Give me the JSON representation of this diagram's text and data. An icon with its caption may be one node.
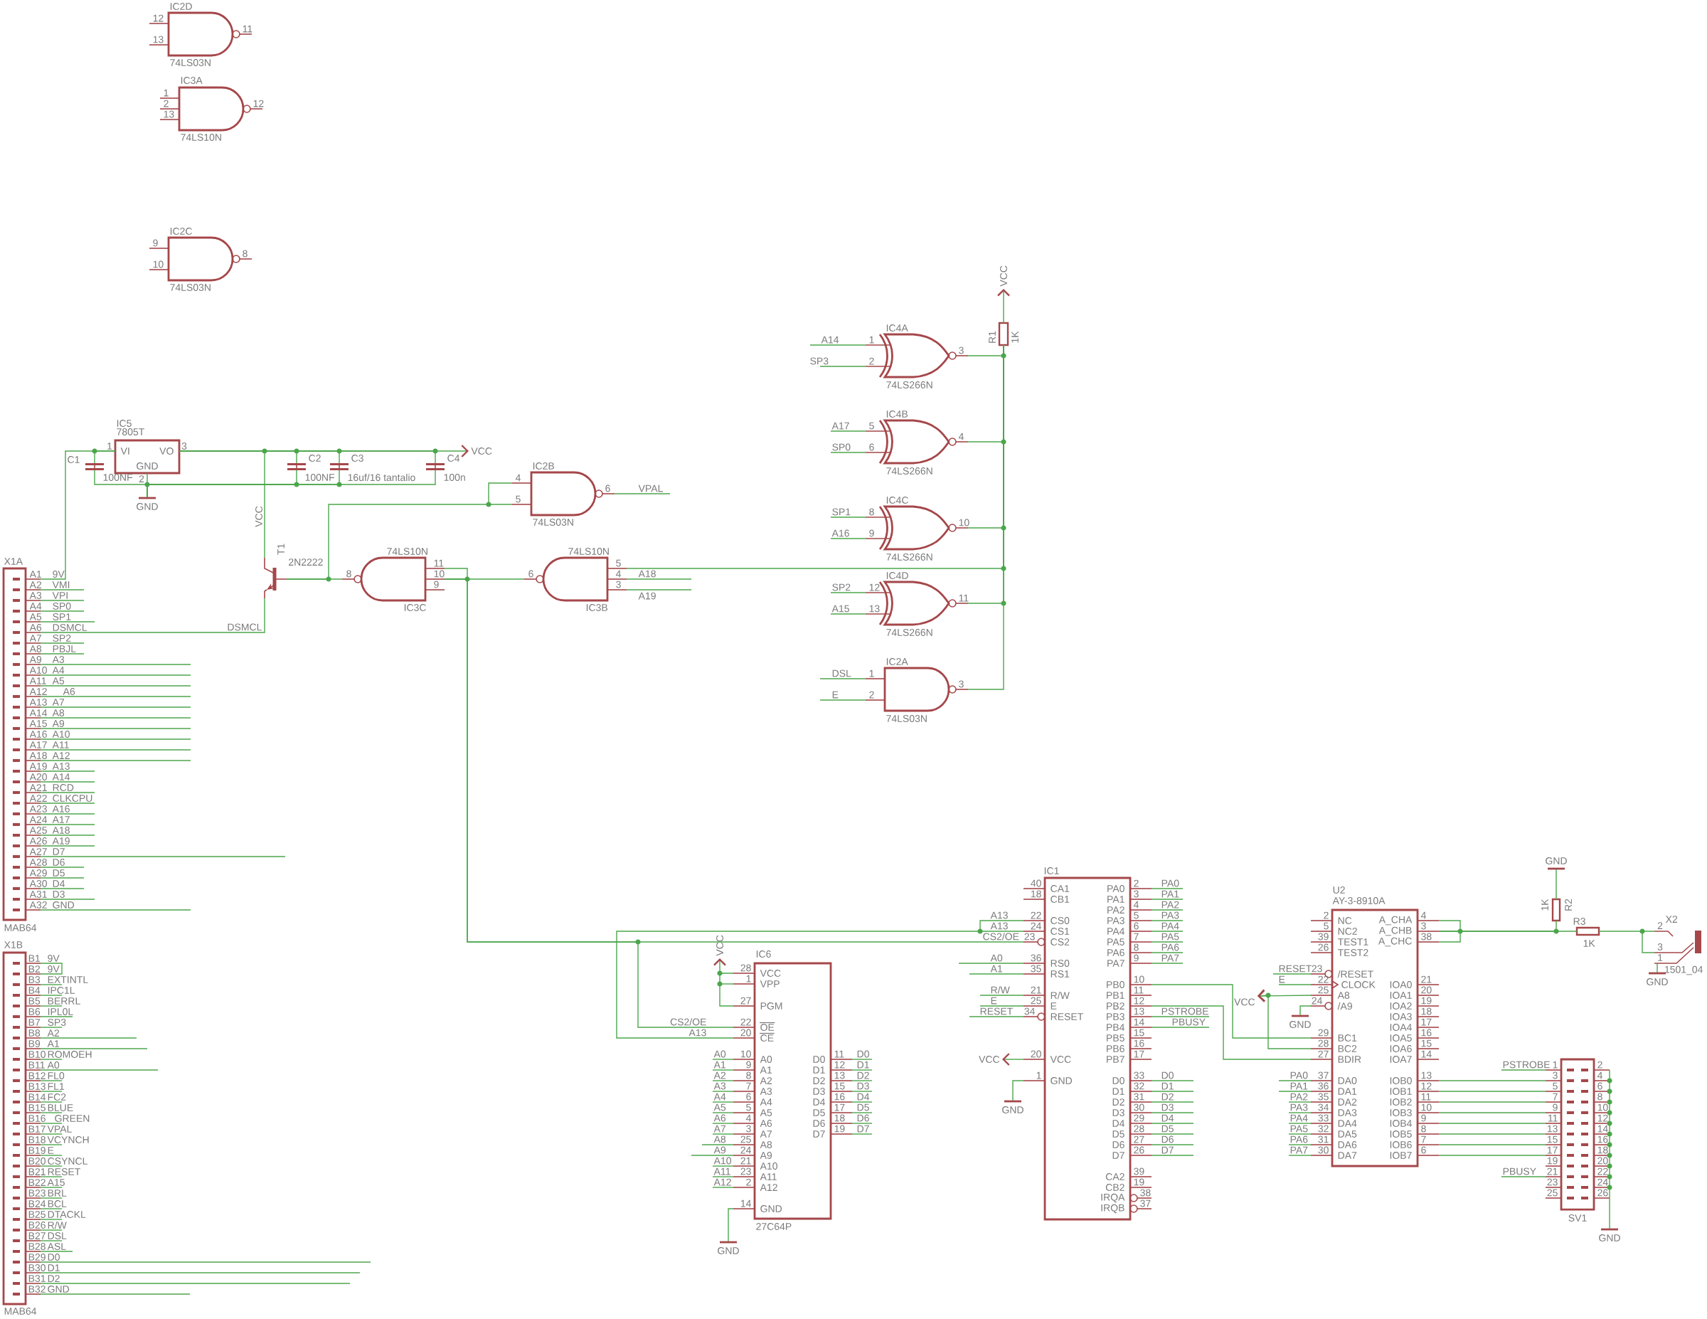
{
  "diagram": {
    "nodes": [
      {
        "text": [
          "IC2D",
          "12",
          "13",
          "11",
          "74LS03N"
        ]
      },
      {
        "text": [
          "IC3A",
          "1",
          "2",
          "13",
          "12",
          "74LS10N"
        ]
      },
      {
        "text": [
          "IC2C",
          "9",
          "10",
          "8",
          "74LS03N"
        ]
      },
      {
        "text": [
          "VCC"
        ]
      },
      {
        "text": [
          "R1",
          "1K"
        ]
      },
      {
        "text": [
          "IC4A",
          "1",
          "2",
          "3",
          "74LS266N"
        ],
        "beside": [
          "A14",
          "SP3"
        ]
      },
      {
        "text": [
          "IC4B",
          "5",
          "6",
          "4",
          "74LS266N"
        ],
        "beside": [
          "A17",
          "SP0"
        ]
      },
      {
        "text": [
          "IC5",
          "7805T",
          "VI",
          "VO",
          "GND",
          "1",
          "3",
          "2"
        ]
      },
      {
        "text": [
          "C1",
          "100NF"
        ]
      },
      {
        "text": [
          "C2",
          "100NF"
        ]
      },
      {
        "text": [
          "C3",
          "16uf/16 tantalio"
        ]
      },
      {
        "text": [
          "C4",
          "100n"
        ]
      },
      {
        "text": [
          "VCC"
        ]
      },
      {
        "text": [
          "GND"
        ]
      },
      {
        "text": [
          "IC2B",
          "4",
          "5",
          "6",
          "74LS03N"
        ],
        "beside": [
          "VPAL"
        ]
      },
      {
        "text": [
          "IC4C",
          "8",
          "9",
          "10",
          "74LS266N"
        ],
        "beside": [
          "SP1",
          "A16"
        ]
      },
      {
        "text": [
          "T1",
          "2N2222"
        ],
        "beside": [
          "VCC",
          "DSMCL"
        ]
      },
      {
        "text": [
          "74LS10N",
          "11",
          "10",
          "9",
          "8",
          "IC3C"
        ]
      },
      {
        "text": [
          "74LS10N",
          "5",
          "4",
          "3",
          "6",
          "IC3B"
        ],
        "beside": [
          "A18",
          "A19"
        ]
      },
      {
        "text": [
          "IC4D",
          "12",
          "13",
          "11",
          "74LS266N"
        ],
        "beside": [
          "SP2",
          "A15"
        ]
      },
      {
        "text": [
          "IC2A",
          "1",
          "2",
          "3",
          "74LS03N"
        ],
        "beside": [
          "DSL",
          "E"
        ]
      },
      {
        "text": [
          "X1A",
          "A1",
          "A2",
          "A3",
          "A4",
          "A5",
          "A6",
          "A7",
          "A8",
          "A9",
          "A10",
          "A11",
          "A12",
          "A13",
          "A14",
          "A15",
          "A16",
          "A17",
          "A18",
          "A19",
          "A20",
          "A21",
          "A22",
          "A23",
          "A24",
          "A25",
          "A26",
          "A27",
          "A28",
          "A29",
          "A30",
          "A31",
          "A32",
          "MAB64"
        ],
        "beside": [
          "9V",
          "VMI",
          "VPI",
          "SP0",
          "SP1",
          "DSMCL",
          "SP2",
          "PBJL",
          "A3",
          "A4",
          "A5",
          "A6",
          "A7",
          "A8",
          "A9",
          "A10",
          "A11",
          "A12",
          "A13",
          "A14",
          "RCD",
          "CLKCPU",
          "A16",
          "A17",
          "A18",
          "A19",
          "D7",
          "D6",
          "D5",
          "D4",
          "D3",
          "GND"
        ]
      },
      {
        "text": [
          "IC1",
          "40",
          "CA1",
          "18",
          "CB1",
          "22",
          "CS0",
          "24",
          "CS1",
          "23",
          "CS2",
          "36",
          "RS0",
          "35",
          "RS1",
          "21",
          "R/W",
          "25",
          "E",
          "34",
          "RESET",
          "20",
          "VCC",
          "1",
          "GND",
          "PA0",
          "2",
          "PA1",
          "3",
          "PA2",
          "4",
          "PA3",
          "5",
          "PA4",
          "6",
          "PA5",
          "7",
          "PA6",
          "8",
          "PA7",
          "9",
          "PB0",
          "10",
          "PB1",
          "11",
          "PB2",
          "12",
          "PB3",
          "13",
          "PB4",
          "14",
          "PB5",
          "15",
          "PB6",
          "16",
          "PB7",
          "17",
          "D0",
          "33",
          "D1",
          "32",
          "D2",
          "31",
          "D3",
          "30",
          "D4",
          "29",
          "D5",
          "28",
          "D6",
          "27",
          "D7",
          "26",
          "CA2",
          "39",
          "CB2",
          "19",
          "IRQA",
          "38",
          "IRQB",
          "37"
        ],
        "beside": [
          "A13",
          "A13",
          "CS2/OE",
          "A0",
          "A1",
          "R/W",
          "E",
          "RESET",
          "PA0",
          "PA1",
          "PA2",
          "PA3",
          "PA4",
          "PA5",
          "PA6",
          "PA7",
          "PSTROBE",
          "PBUSY",
          "D0",
          "D1",
          "D2",
          "D3",
          "D4",
          "D5",
          "D6",
          "D7"
        ]
      },
      {
        "text": [
          "GND"
        ]
      },
      {
        "text": [
          "R2",
          "1K"
        ]
      },
      {
        "text": [
          "R3",
          "1K"
        ]
      },
      {
        "text": [
          "X2",
          "2",
          "3",
          "1",
          "1501_04"
        ]
      },
      {
        "text": [
          "GND"
        ]
      },
      {
        "text": [
          "U2",
          "AY-3-8910A",
          "2",
          "NC",
          "5",
          "NC2",
          "39",
          "TEST1",
          "26",
          "TEST2",
          "23",
          "/RESET",
          "22",
          "CLOCK",
          "25",
          "A8",
          "24",
          "/A9",
          "29",
          "BC1",
          "28",
          "BC2",
          "27",
          "BDIR",
          "37",
          "DA0",
          "36",
          "DA1",
          "35",
          "DA2",
          "34",
          "DA3",
          "33",
          "DA4",
          "32",
          "DA5",
          "31",
          "DA6",
          "30",
          "DA7",
          "A_CHA",
          "4",
          "A_CHB",
          "3",
          "A_CHC",
          "38",
          "IOA0",
          "21",
          "IOA1",
          "20",
          "IOA2",
          "19",
          "IOA3",
          "18",
          "IOA4",
          "17",
          "IOA5",
          "16",
          "IOA6",
          "15",
          "IOA7",
          "14",
          "IOB0",
          "13",
          "IOB1",
          "12",
          "IOB2",
          "11",
          "IOB3",
          "10",
          "IOB4",
          "9",
          "IOB5",
          "8",
          "IOB6",
          "7",
          "IOB7",
          "6"
        ],
        "beside": [
          "RESET",
          "E",
          "PA0",
          "PA1",
          "PA2",
          "PA3",
          "PA4",
          "PA5",
          "PA6",
          "PA7"
        ]
      },
      {
        "text": [
          "VCC"
        ]
      },
      {
        "text": [
          "IC6",
          "28",
          "VCC",
          "1",
          "VPP",
          "27",
          "PGM",
          "22",
          "OE",
          "20",
          "CE",
          "10",
          "A0",
          "9",
          "A1",
          "8",
          "A2",
          "7",
          "A3",
          "6",
          "A4",
          "5",
          "A5",
          "4",
          "A6",
          "3",
          "A7",
          "25",
          "A8",
          "24",
          "A9",
          "21",
          "A10",
          "23",
          "A11",
          "2",
          "A12",
          "14",
          "GND",
          "D0",
          "11",
          "D1",
          "12",
          "D2",
          "13",
          "D3",
          "15",
          "D4",
          "16",
          "D5",
          "17",
          "D6",
          "18",
          "D7",
          "19",
          "27C64P"
        ],
        "beside": [
          "CS2/OE",
          "A13",
          "A0",
          "A1",
          "A2",
          "A3",
          "A4",
          "A5",
          "A6",
          "A7",
          "A8",
          "A9",
          "A10",
          "A11",
          "A12",
          "D0",
          "D1",
          "D2",
          "D3",
          "D4",
          "D5",
          "D6",
          "D7"
        ]
      },
      {
        "text": [
          "VCC"
        ]
      },
      {
        "text": [
          "GND"
        ]
      },
      {
        "text": [
          "VCC"
        ]
      },
      {
        "text": [
          "GND"
        ]
      },
      {
        "text": [
          "SV1",
          "1",
          "2",
          "3",
          "4",
          "5",
          "6",
          "7",
          "8",
          "9",
          "10",
          "11",
          "12",
          "13",
          "14",
          "15",
          "16",
          "17",
          "18",
          "19",
          "20",
          "21",
          "22",
          "23",
          "24",
          "25",
          "26"
        ],
        "beside": [
          "PSTROBE",
          "PBUSY"
        ]
      },
      {
        "text": [
          "X1B",
          "B1",
          "B2",
          "B3",
          "B4",
          "B5",
          "B6",
          "B7",
          "B8",
          "B9",
          "B10",
          "B11",
          "B12",
          "B13",
          "B14",
          "B15",
          "B16",
          "B17",
          "B18",
          "B19",
          "B20",
          "B21",
          "B22",
          "B23",
          "B24",
          "B25",
          "B26",
          "B27",
          "B28",
          "B29",
          "B30",
          "B31",
          "B32",
          "MAB64"
        ],
        "beside": [
          "9V",
          "9V",
          "EXTINTL",
          "IPC1L",
          "BERRL",
          "IPL0L",
          "SP3",
          "A2",
          "A1",
          "ROMOEH",
          "A0",
          "FL0",
          "FL1",
          "FC2",
          "BLUE",
          "GREEN",
          "VPAL",
          "VCYNCH",
          "E",
          "CSYNCL",
          "RESET",
          "A15",
          "BRL",
          "BCL",
          "DTACKL",
          "R/W",
          "DSL",
          "ASL",
          "D0",
          "D1",
          "D2",
          "GND"
        ]
      },
      {
        "text": [
          "GND"
        ]
      },
      {
        "text": [
          "GND"
        ]
      }
    ],
    "edges": [
      {
        "from": 21,
        "to": 7,
        "arrow": "none"
      },
      {
        "from": 8,
        "to": 7,
        "arrow": "none"
      },
      {
        "from": 7,
        "to": 9,
        "arrow": "none"
      },
      {
        "from": 7,
        "to": 10,
        "arrow": "none"
      },
      {
        "from": 7,
        "to": 11,
        "arrow": "none"
      },
      {
        "from": 7,
        "to": 12,
        "arrow": "to"
      },
      {
        "from": 7,
        "to": 16,
        "arrow": "none"
      },
      {
        "from": 7,
        "to": 13,
        "arrow": "none"
      },
      {
        "from": 8,
        "to": 13,
        "arrow": "none"
      },
      {
        "from": 9,
        "to": 13,
        "arrow": "none"
      },
      {
        "from": 10,
        "to": 13,
        "arrow": "none"
      },
      {
        "from": 11,
        "to": 13,
        "arrow": "none"
      },
      {
        "from": 21,
        "to": 16,
        "arrow": "none"
      },
      {
        "from": 16,
        "to": 17,
        "arrow": "none"
      },
      {
        "from": 16,
        "to": 14,
        "arrow": "none"
      },
      {
        "from": 17,
        "to": 18,
        "arrow": "none"
      },
      {
        "from": 17,
        "to": 22,
        "arrow": "none"
      },
      {
        "from": 17,
        "to": 30,
        "arrow": "none"
      },
      {
        "from": 5,
        "to": 4,
        "arrow": "none"
      },
      {
        "from": 6,
        "to": 4,
        "arrow": "none"
      },
      {
        "from": 15,
        "to": 4,
        "arrow": "none"
      },
      {
        "from": 18,
        "to": 4,
        "arrow": "none"
      },
      {
        "from": 19,
        "to": 4,
        "arrow": "none"
      },
      {
        "from": 20,
        "to": 4,
        "arrow": "none"
      },
      {
        "from": 4,
        "to": 3,
        "arrow": "to"
      },
      {
        "from": 30,
        "to": 22,
        "arrow": "none"
      },
      {
        "from": 30,
        "to": 29,
        "arrow": "to"
      },
      {
        "from": 30,
        "to": 38,
        "arrow": "none"
      },
      {
        "from": 22,
        "to": 33,
        "arrow": "to"
      },
      {
        "from": 22,
        "to": 34,
        "arrow": "none"
      },
      {
        "from": 22,
        "to": 28,
        "arrow": "none"
      },
      {
        "from": 22,
        "to": 28,
        "arrow": "none"
      },
      {
        "from": 28,
        "to": 31,
        "arrow": "to"
      },
      {
        "from": 28,
        "to": 31,
        "arrow": "to"
      },
      {
        "from": 28,
        "to": 32,
        "arrow": "none"
      },
      {
        "from": 28,
        "to": 24,
        "arrow": "none"
      },
      {
        "from": 28,
        "to": 25,
        "arrow": "none"
      },
      {
        "from": 24,
        "to": 23,
        "arrow": "none"
      },
      {
        "from": 25,
        "to": 26,
        "arrow": "none"
      },
      {
        "from": 26,
        "to": 27,
        "arrow": "none"
      },
      {
        "from": 28,
        "to": 35,
        "arrow": "none"
      },
      {
        "from": 28,
        "to": 35,
        "arrow": "none"
      },
      {
        "from": 28,
        "to": 35,
        "arrow": "none"
      },
      {
        "from": 28,
        "to": 35,
        "arrow": "none"
      },
      {
        "from": 28,
        "to": 35,
        "arrow": "none"
      },
      {
        "from": 28,
        "to": 35,
        "arrow": "none"
      },
      {
        "from": 28,
        "to": 35,
        "arrow": "none"
      },
      {
        "from": 28,
        "to": 35,
        "arrow": "none"
      },
      {
        "from": 35,
        "to": 37,
        "arrow": "none"
      }
    ]
  }
}
